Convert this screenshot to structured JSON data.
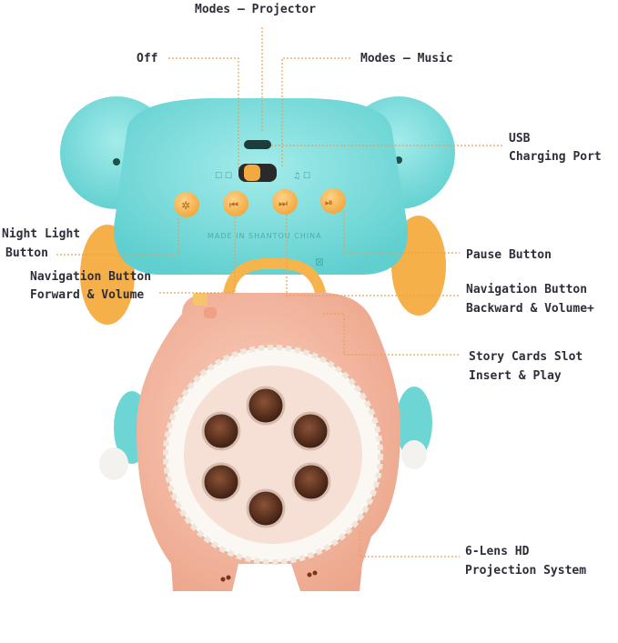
{
  "labels": {
    "modes_projector": "Modes – Projector",
    "off": "Off",
    "modes_music": "Modes –  Music",
    "usb_line1": "USB",
    "usb_line2": "Charging Port",
    "night_line1": "Night Light",
    "night_line2": "Button",
    "pause": "Pause Button",
    "nav_fwd_line1": "Navigation Button",
    "nav_fwd_line2": "Forward & Volume",
    "nav_back_line1": "Navigation Button",
    "nav_back_line2": "Backward & Volume+",
    "story_line1": "Story Cards Slot",
    "story_line2": "Insert & Play",
    "lens_line1": "6-Lens HD",
    "lens_line2": "Projection System"
  },
  "device_text": {
    "made_in": "MADE IN SHANTOU CHINA"
  },
  "colors": {
    "teal_body": "#7fdedc",
    "peach_body": "#f7b9a0",
    "orange_button": "#f6b24a",
    "leader_line": "#e8a055",
    "label_text": "#2e2e3a"
  },
  "icons": {
    "night_button": "lightbulb-icon",
    "prev_button": "skip-previous-icon",
    "next_button": "skip-next-icon",
    "pause_button": "play-pause-icon"
  }
}
